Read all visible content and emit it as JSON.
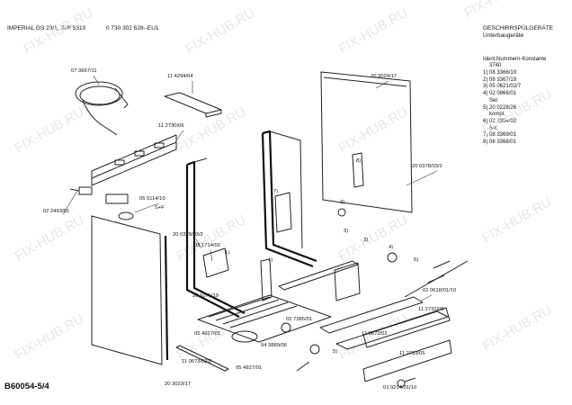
{
  "header": {
    "model": "IMPERIAL  GS 23/1,  SMI 5310",
    "doc": "0 730 302 628--EU1",
    "title": "GESCHIRRSPÜLGERÄTE",
    "subtitle": "Unterbaugeräte"
  },
  "ident": {
    "heading": "Ident.Nummern-Konstante",
    "value": "3740",
    "items": [
      "1) 08 3366/19",
      "2) 08 3367/19",
      "3) 05 0621/02/7",
      "4) 02 0866/01",
      "Set",
      "5) 20 0228/26",
      "kompl.",
      "6) 02 2384/02",
      "Set",
      "7) 08 3369/01",
      "8) 08 3368/01"
    ]
  },
  "labels": [
    "07 3667/11",
    "11 4294/04",
    "20 3024/17",
    "11 2730/06",
    "20 0378/03/2",
    "02 2493/01",
    "05 5114/10",
    "S+F",
    "20 0378/03/2",
    "08 1714/02",
    "20 1076/19",
    "02 7385/01",
    "02 0618/01/10",
    "11 2732/05",
    "11 0672/01",
    "04 3889/06",
    "05 4927/01",
    "11 0673/02/2",
    "05 4927/01",
    "20 3023/17",
    "11 2733/05",
    "01 9214/01/10"
  ],
  "watermark": "FIX-HUB.RU",
  "footer": {
    "ref": "B60054-5/4"
  }
}
